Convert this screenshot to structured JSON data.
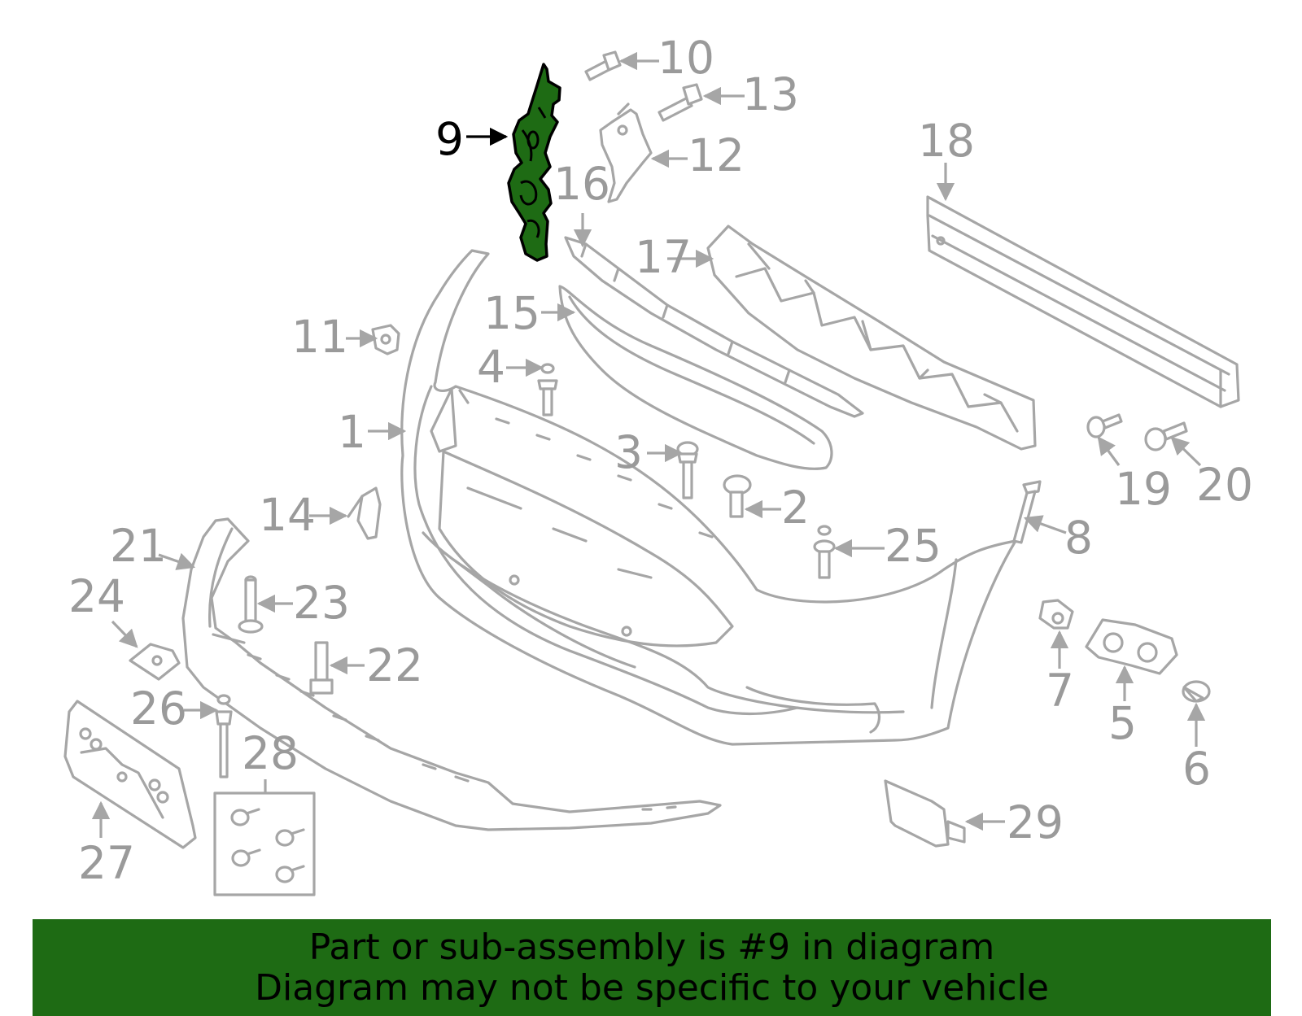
{
  "callouts": {
    "c1": "1",
    "c2": "2",
    "c3": "3",
    "c4": "4",
    "c5": "5",
    "c6": "6",
    "c7": "7",
    "c8": "8",
    "c9": "9",
    "c10": "10",
    "c11": "11",
    "c12": "12",
    "c13": "13",
    "c14": "14",
    "c15": "15",
    "c16": "16",
    "c17": "17",
    "c18": "18",
    "c19": "19",
    "c20": "20",
    "c21": "21",
    "c22": "22",
    "c23": "23",
    "c24": "24",
    "c25": "25",
    "c26": "26",
    "c27": "27",
    "c28": "28",
    "c29": "29"
  },
  "highlighted_part": "9",
  "colors": {
    "highlight": "#1e6b14",
    "parts": "#a6a6a6",
    "callout_text": "#9a9a9a"
  },
  "banner": {
    "line1": "Part or sub-assembly is #9 in diagram",
    "line2": "Diagram may not be specific to your vehicle"
  }
}
